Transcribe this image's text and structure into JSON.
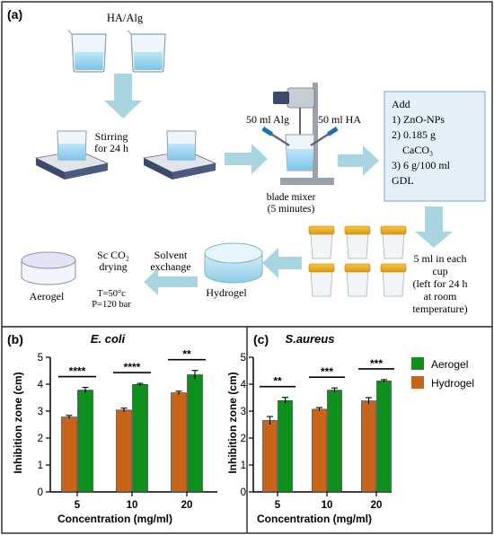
{
  "panel_a": {
    "panel_label": "(a)",
    "ha_alg": "HA/Alg",
    "stirring": [
      "Stirring",
      "for 24 h"
    ],
    "alg_volume": "50 ml Alg",
    "ha_volume": "50 ml HA",
    "mixer": [
      "blade mixer",
      "(5 minutes)"
    ],
    "add_box": [
      "Add",
      "1) ZnO-NPs",
      "2) 0.185 g",
      "CaCO₃",
      "3) 6 g/100 ml",
      "GDL"
    ],
    "cup_note": [
      "5 ml in each",
      "cup",
      "(left for 24 h",
      "at room",
      "temperature)"
    ],
    "solvent": [
      "Solvent",
      "exchange"
    ],
    "hydrogel": "Hydrogel",
    "sc_co2": [
      "Sc CO₂",
      "drying"
    ],
    "conditions": [
      "T=50°c",
      "P=120 bar"
    ],
    "aerogel": "Aerogel",
    "colors": {
      "arrow": "#a8d5df",
      "box_fill": "#e4eff8",
      "box_border": "#8fb2d0",
      "border": "#333333"
    }
  },
  "chart_data": [
    {
      "type": "bar",
      "panel_label": "(b)",
      "title": "E. coli",
      "xlabel": "Concentration (mg/ml)",
      "ylabel": "Inhibition zone (cm)",
      "ylim": [
        0,
        5
      ],
      "yticks": [
        "0",
        "1",
        "2",
        "3",
        "4",
        "5"
      ],
      "categories": [
        "5",
        "10",
        "20"
      ],
      "series": [
        {
          "name": "Hydrogel",
          "color": "#c8631a",
          "values": [
            2.78,
            3.04,
            3.68
          ],
          "errors": [
            0.06,
            0.07,
            0.06
          ]
        },
        {
          "name": "Aerogel",
          "color": "#0e8f1e",
          "values": [
            3.78,
            3.99,
            4.35
          ],
          "errors": [
            0.1,
            0.04,
            0.16
          ]
        }
      ],
      "significance": [
        "****",
        "****",
        "**"
      ]
    },
    {
      "type": "bar",
      "panel_label": "(c)",
      "title": "S.aureus",
      "xlabel": "Concentration (mg/ml)",
      "ylabel": "Inhibition zone (cm)",
      "ylim": [
        0,
        5
      ],
      "yticks": [
        "0",
        "1",
        "2",
        "3",
        "4",
        "5"
      ],
      "categories": [
        "5",
        "10",
        "20"
      ],
      "series": [
        {
          "name": "Hydrogel",
          "color": "#c8631a",
          "values": [
            2.65,
            3.07,
            3.38
          ],
          "errors": [
            0.15,
            0.06,
            0.12
          ]
        },
        {
          "name": "Aerogel",
          "color": "#0e8f1e",
          "values": [
            3.39,
            3.78,
            4.12
          ],
          "errors": [
            0.12,
            0.08,
            0.05
          ]
        }
      ],
      "significance": [
        "**",
        "***",
        "***"
      ]
    }
  ],
  "legend": {
    "position": "right",
    "items": [
      "Aerogel",
      "Hydrogel"
    ]
  }
}
